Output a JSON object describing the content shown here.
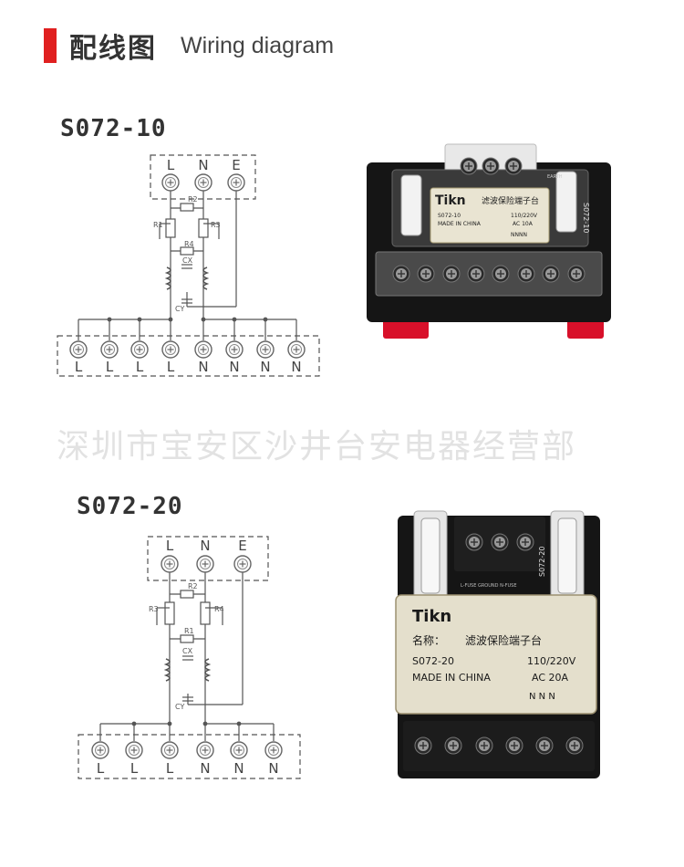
{
  "header": {
    "title_cn": "配线图",
    "title_en": "Wiring diagram"
  },
  "watermark": "深圳市宝安区沙井台安电器经营部",
  "colors": {
    "accent": "#e02020",
    "line": "#555555",
    "device_body": "#151515",
    "label_plate": "#e9e4d2",
    "foot": "#d8102a"
  },
  "diagrams": [
    {
      "model": "S072-10",
      "top_terminals": [
        "L",
        "N",
        "E"
      ],
      "components": {
        "r_left": "R1",
        "r_center": "R2",
        "r_right": "R3",
        "r_mid": "R4",
        "cx": "CX",
        "cy": "CY"
      },
      "bottom_terminals": [
        "L",
        "L",
        "L",
        "L",
        "N",
        "N",
        "N",
        "N"
      ],
      "product": {
        "brand": "Tikn",
        "name": "滤波保险端子台",
        "model": "S072-10",
        "voltage": "110/220V",
        "origin": "MADE IN CHINA",
        "current": "AC 10A",
        "side_mark": "S072-10",
        "earth_mark": "EARTH",
        "nnnn": "NNNN"
      }
    },
    {
      "model": "S072-20",
      "top_terminals": [
        "L",
        "N",
        "E"
      ],
      "components": {
        "r_left": "R3",
        "r_center": "R2",
        "r_right": "R4",
        "r_mid": "R1",
        "cx": "CX",
        "cy": "CY"
      },
      "bottom_terminals": [
        "L",
        "L",
        "L",
        "N",
        "N",
        "N"
      ],
      "product": {
        "brand": "Tikn",
        "name_prefix": "名称：",
        "name": "滤波保险端子台",
        "model": "S072-20",
        "voltage": "110/220V",
        "origin": "MADE IN CHINA",
        "current": "AC 20A",
        "side_mark": "S072-20",
        "fuse_labels": "L-FUSE   GROUND   N-FUSE",
        "nnnn": "N N N"
      }
    }
  ]
}
